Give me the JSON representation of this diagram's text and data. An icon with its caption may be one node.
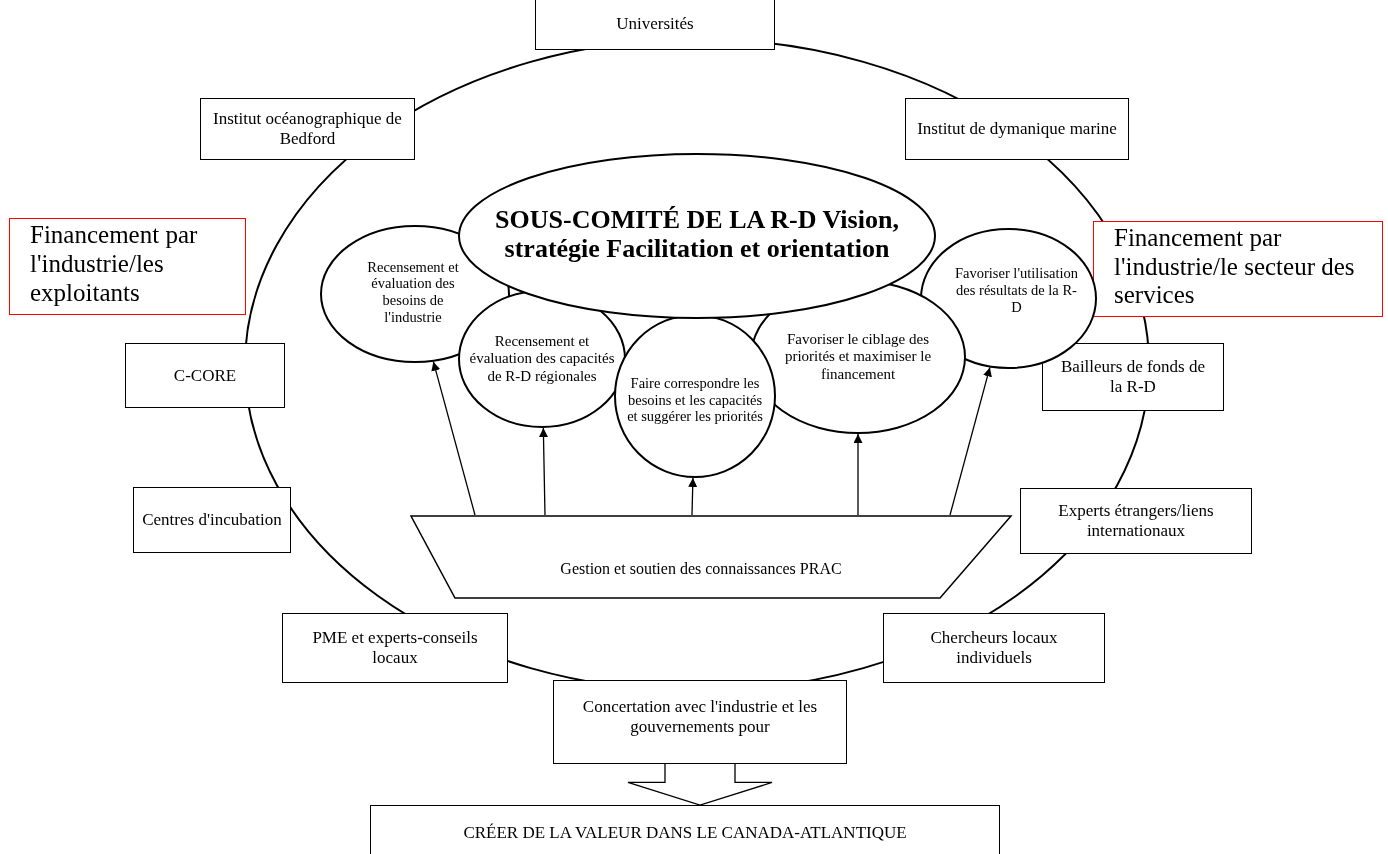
{
  "diagram": {
    "nodes": [
      {
        "text": [
          "Universités"
        ]
      },
      {
        "text": [
          "Institut océanographique de Bedford"
        ]
      },
      {
        "text": [
          "Institut de dymanique marine"
        ]
      },
      {
        "text": [
          "Financement par l'industrie/les exploitants"
        ]
      },
      {
        "text": [
          "Financement par l'industrie/le secteur des services"
        ]
      },
      {
        "text": [
          "C-CORE"
        ]
      },
      {
        "text": [
          "Centres d'incubation"
        ]
      },
      {
        "text": [
          "PME et experts-conseils locaux"
        ]
      },
      {
        "text": [
          "Concertation avec l'industrie et les gouvernements pour"
        ]
      },
      {
        "text": [
          "CRÉER DE LA VALEUR DANS LE CANADA-ATLANTIQUE"
        ]
      },
      {
        "text": [
          "Chercheurs locaux individuels"
        ]
      },
      {
        "text": [
          "Experts étrangers/liens internationaux"
        ]
      },
      {
        "text": [
          "Bailleurs de fonds de la R-D"
        ]
      },
      {
        "text": [
          "SOUS-COMITÉ DE LA R-D Vision, stratégie Facilitation et orientation"
        ]
      },
      {
        "text": [
          "Recensement et évaluation des besoins de l'industrie"
        ]
      },
      {
        "text": [
          "Recensement et évaluation des capacités de R-D régionales"
        ]
      },
      {
        "text": [
          "Faire correspondre les besoins et les capacités et suggérer les priorités"
        ]
      },
      {
        "text": [
          "Favoriser le ciblage des priorités et maximiser le financement"
        ]
      },
      {
        "text": [
          "Favoriser l'utilisation des résultats de la R-D"
        ]
      },
      {
        "text": [
          "Gestion et soutien des connaissances PRAC"
        ]
      }
    ],
    "edges": [
      {
        "from": 19,
        "to": 14,
        "arrow": "to"
      },
      {
        "from": 19,
        "to": 15,
        "arrow": "to"
      },
      {
        "from": 19,
        "to": 16,
        "arrow": "to"
      },
      {
        "from": 19,
        "to": 17,
        "arrow": "to"
      },
      {
        "from": 19,
        "to": 18,
        "arrow": "to"
      },
      {
        "from": 8,
        "to": 9,
        "arrow": "to"
      }
    ]
  }
}
